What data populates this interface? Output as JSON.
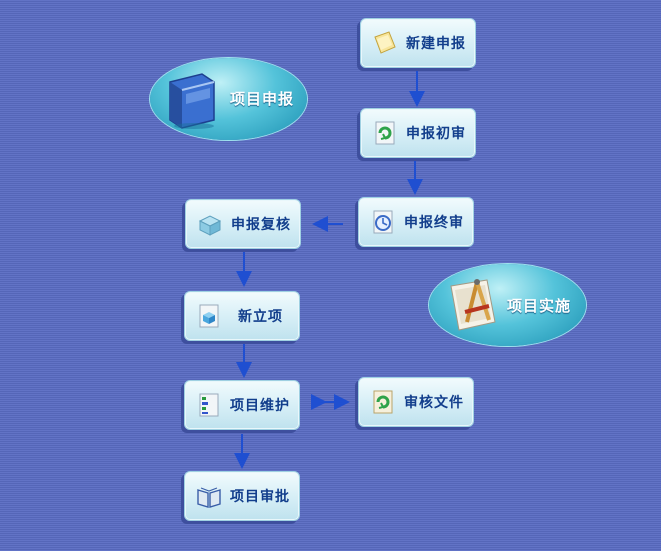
{
  "ovals": {
    "project_apply": "项目申报",
    "project_implement": "项目实施"
  },
  "nodes": {
    "new_create": "新建申报",
    "first_review": "申报初审",
    "final_review": "申报终审",
    "recheck": "申报复核",
    "new_project": "新立项",
    "maintenance": "项目维护",
    "approval": "项目审批",
    "review_docs": "审核文件"
  },
  "icons": {
    "new_create": "note-pad-icon",
    "first_review": "refresh-recycle-icon",
    "final_review": "clock-icon",
    "recheck": "open-box-icon",
    "new_project": "document-cube-icon",
    "maintenance": "document-bars-icon",
    "approval": "open-book-icon",
    "review_docs": "document-refresh-icon",
    "oval_apply": "blue-folder-icon",
    "oval_implement": "drafting-tools-icon"
  },
  "colors": {
    "background": "#5a6bbd",
    "label_text": "#123e8c",
    "oval_label": "#ffffff",
    "arrow": "#1f4fd1"
  }
}
